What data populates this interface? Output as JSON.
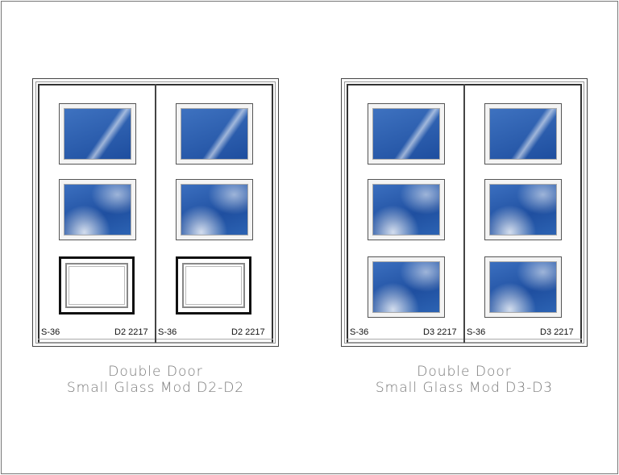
{
  "doors": [
    {
      "caption_line1": "Double Door",
      "caption_line2": "Small Glass Mod D2-D2",
      "leaves": [
        {
          "left_label": "S-36",
          "right_label": "D2 2217",
          "lites": [
            "glass",
            "glass",
            "panel"
          ]
        },
        {
          "left_label": "S-36",
          "right_label": "D2 2217",
          "lites": [
            "glass",
            "glass",
            "panel"
          ]
        }
      ]
    },
    {
      "caption_line1": "Double Door",
      "caption_line2": "Small Glass Mod D3-D3",
      "leaves": [
        {
          "left_label": "S-36",
          "right_label": "D3 2217",
          "lites": [
            "glass",
            "glass",
            "glass"
          ]
        },
        {
          "left_label": "S-36",
          "right_label": "D3 2217",
          "lites": [
            "glass",
            "glass",
            "glass"
          ]
        }
      ]
    }
  ]
}
